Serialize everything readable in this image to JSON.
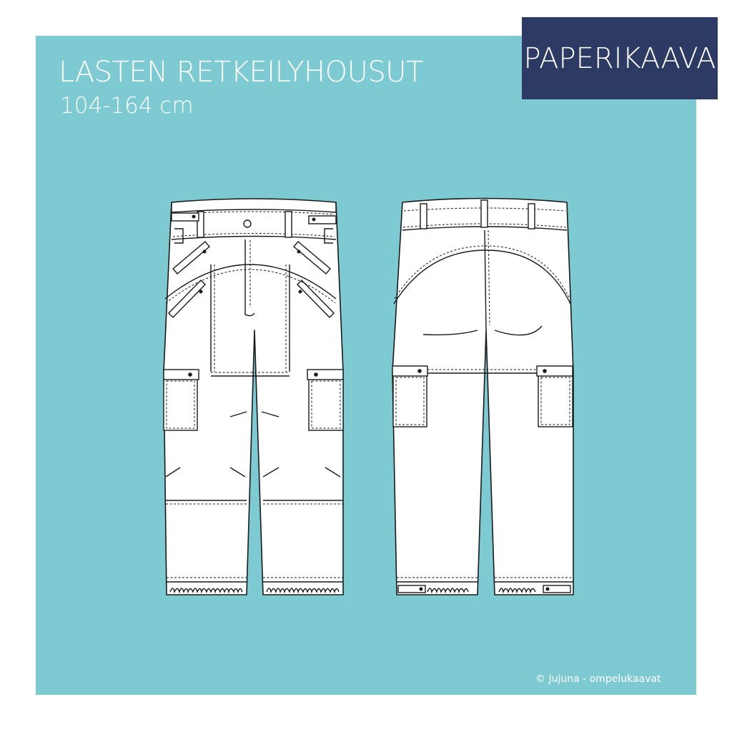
{
  "badge": {
    "label": "PAPERIKAAVA"
  },
  "header": {
    "title": "LASTEN RETKEILYHOUSUT",
    "size_range": "104-164 cm"
  },
  "footer": {
    "copyright": "© Jujuna - ompelukaavat"
  },
  "colors": {
    "panel_background": "#7ecad2",
    "badge_background": "#2d3a63",
    "text": "#ffffff",
    "line_drawing": "#1a1a1a"
  },
  "illustrations": [
    "pants-front-view",
    "pants-back-view"
  ]
}
